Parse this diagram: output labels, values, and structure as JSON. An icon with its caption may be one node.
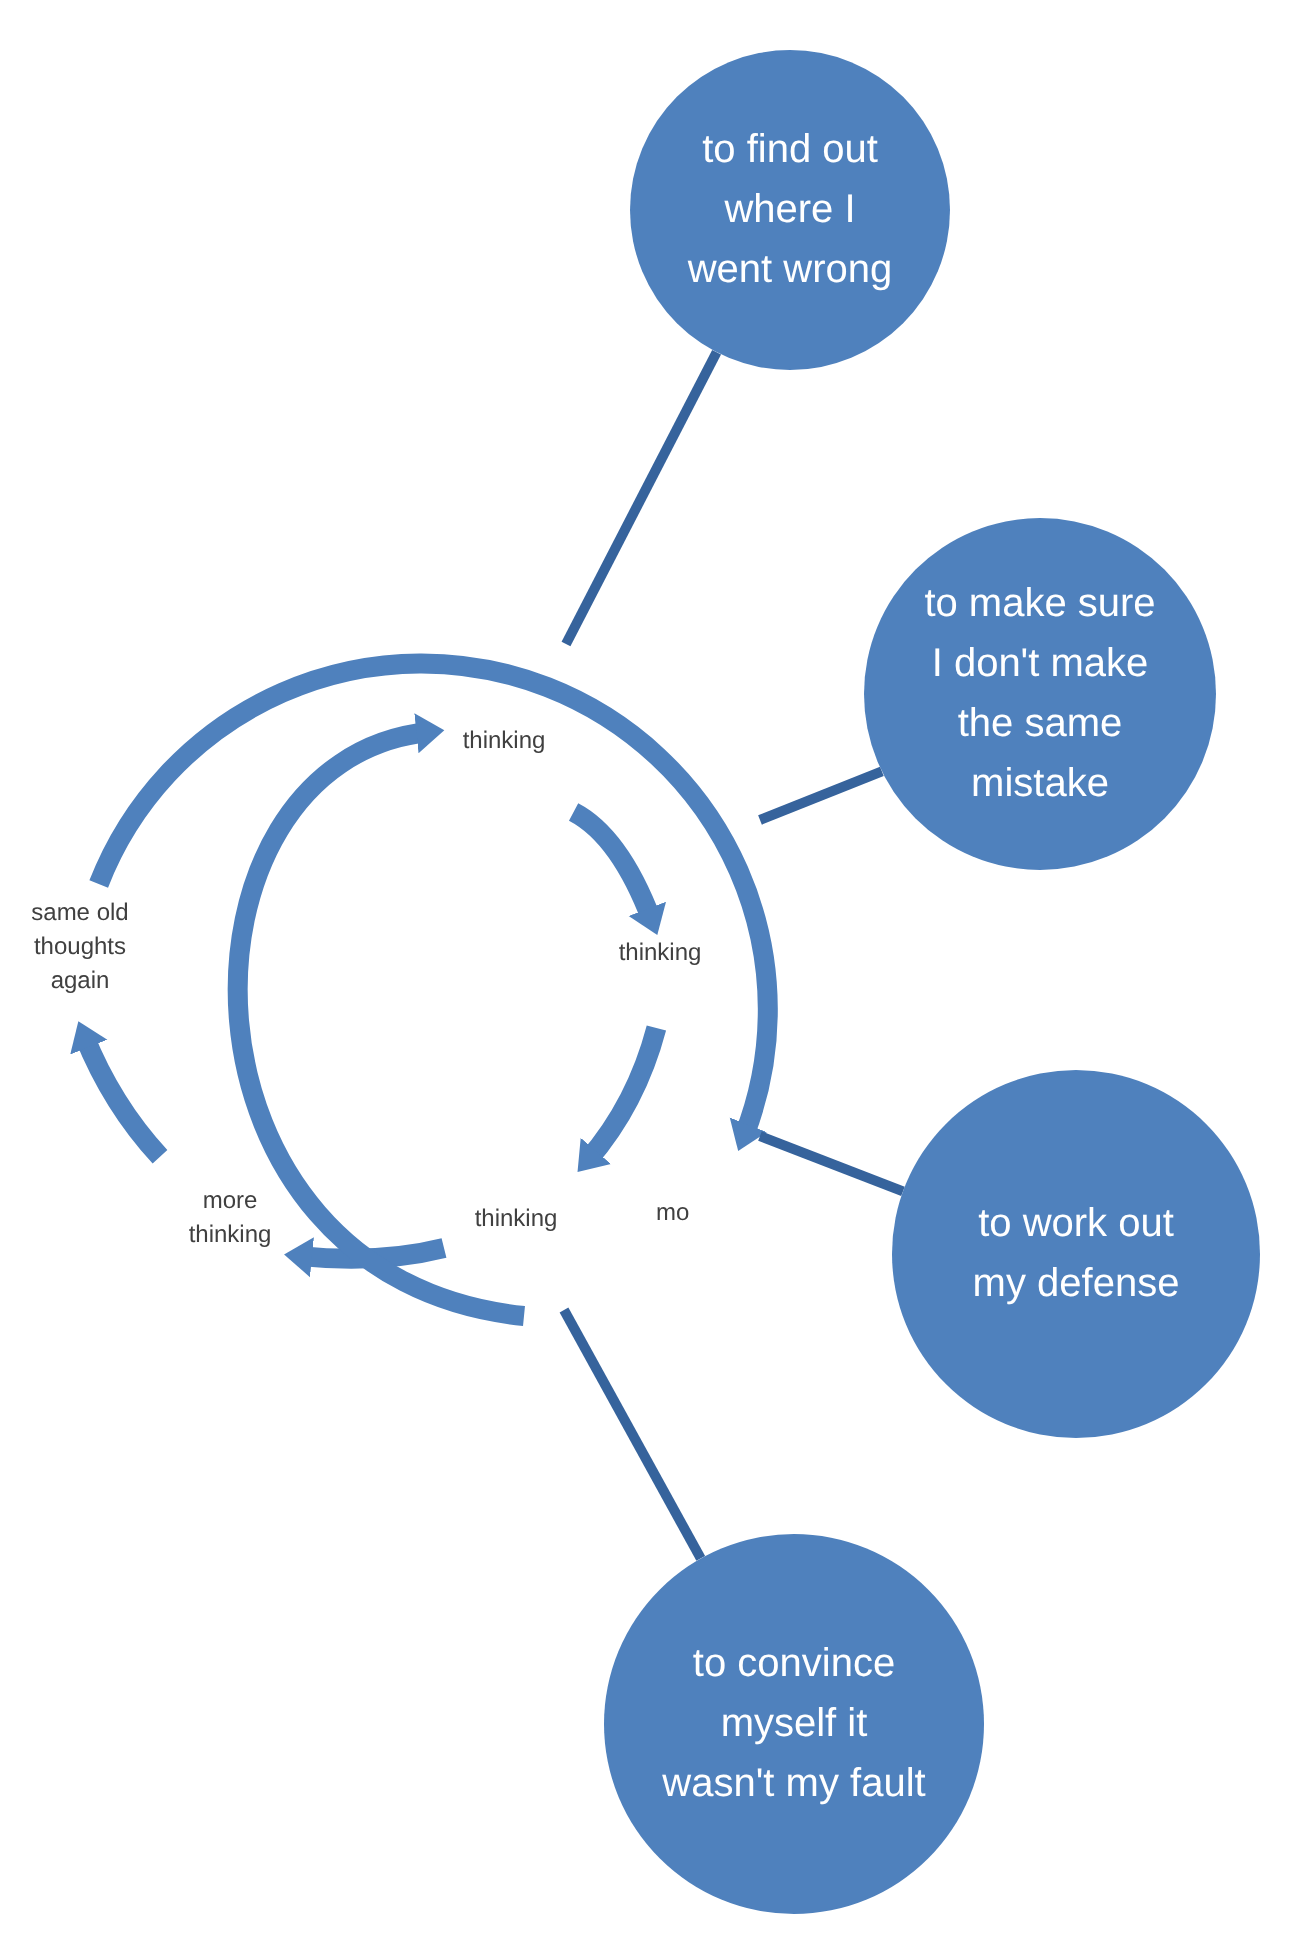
{
  "diagram": {
    "nodes": [
      {
        "text": [
          "thinking"
        ]
      },
      {
        "text": [
          "thinking"
        ]
      },
      {
        "text": [
          "thinking"
        ]
      },
      {
        "text": [
          "more thinking"
        ]
      },
      {
        "text": [
          "same old thoughts again"
        ]
      },
      {
        "text": [
          "to find out where I went wrong"
        ]
      },
      {
        "text": [
          "to make sure I don't make the same mistake"
        ]
      },
      {
        "text": [
          "to work out my defense"
        ]
      },
      {
        "text": [
          "to convince myself it wasn't my fault"
        ]
      }
    ],
    "edges": [
      {
        "from": 0,
        "to": 1,
        "arrow": "to"
      },
      {
        "from": 1,
        "to": 2,
        "arrow": "to"
      },
      {
        "from": 2,
        "to": 3,
        "arrow": "to"
      },
      {
        "from": 3,
        "to": 4,
        "arrow": "to"
      },
      {
        "from": 4,
        "to": null,
        "arrow": "to"
      },
      {
        "from": null,
        "to": 0,
        "arrow": "to"
      },
      {
        "from": 5,
        "to": null,
        "arrow": "none",
        "color": "#36639c"
      },
      {
        "from": 6,
        "to": null,
        "arrow": "none",
        "color": "#36639c"
      },
      {
        "from": 7,
        "to": null,
        "arrow": "none",
        "color": "#36639c"
      },
      {
        "from": 8,
        "to": null,
        "arrow": "none",
        "color": "#36639c"
      }
    ],
    "labels": [
      "mo"
    ]
  }
}
